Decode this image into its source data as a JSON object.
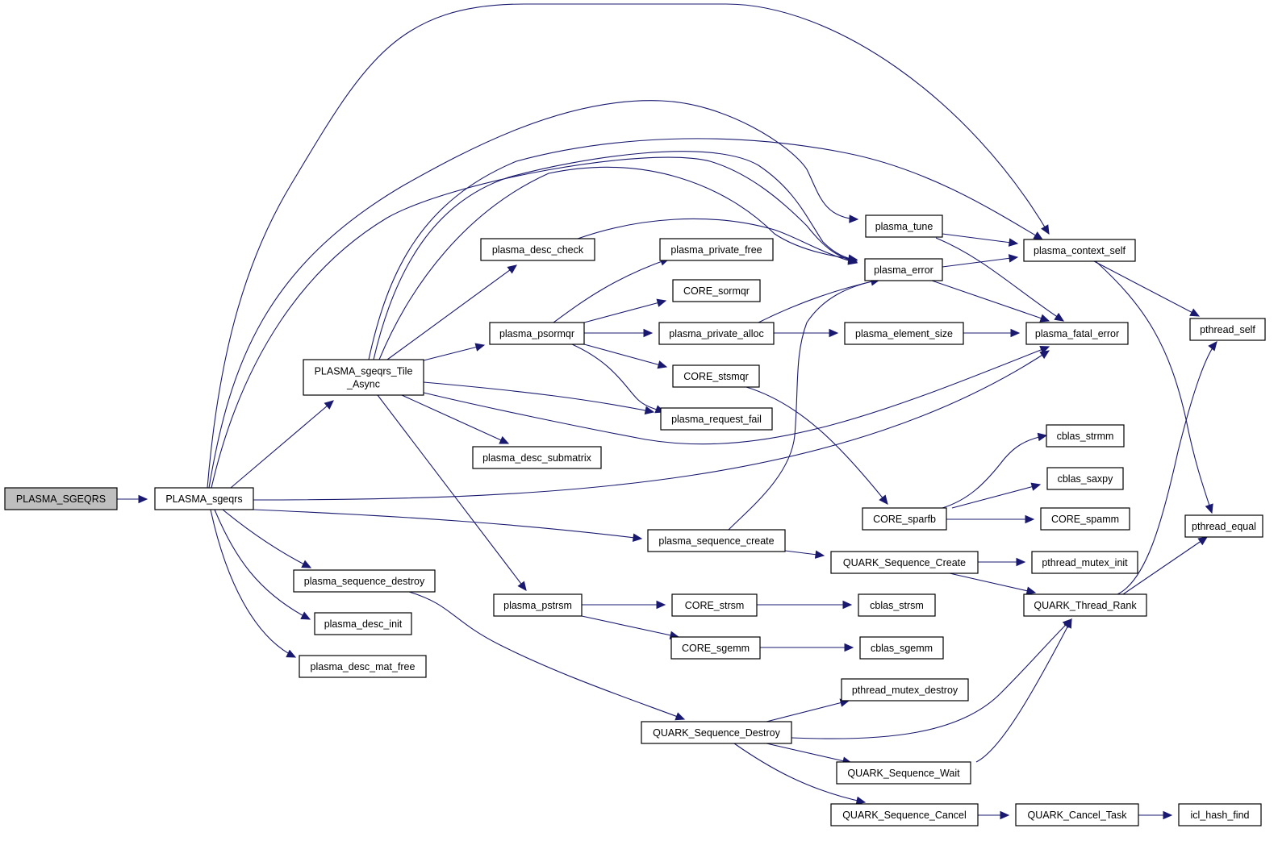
{
  "diagram": {
    "type": "call-graph",
    "edge_color": "#191970",
    "root_fill": "#bfbfbf",
    "nodes": [
      {
        "id": "PLASMA_SGEQRS",
        "lines": [
          "PLASMA_SGEQRS"
        ],
        "root": true
      },
      {
        "id": "PLASMA_sgeqrs",
        "lines": [
          "PLASMA_sgeqrs"
        ]
      },
      {
        "id": "PLASMA_sgeqrs_Tile_Async",
        "lines": [
          "PLASMA_sgeqrs_Tile",
          "_Async"
        ]
      },
      {
        "id": "plasma_sequence_destroy",
        "lines": [
          "plasma_sequence_destroy"
        ]
      },
      {
        "id": "plasma_desc_init",
        "lines": [
          "plasma_desc_init"
        ]
      },
      {
        "id": "plasma_desc_mat_free",
        "lines": [
          "plasma_desc_mat_free"
        ]
      },
      {
        "id": "plasma_desc_check",
        "lines": [
          "plasma_desc_check"
        ]
      },
      {
        "id": "plasma_psormqr",
        "lines": [
          "plasma_psormqr"
        ]
      },
      {
        "id": "plasma_desc_submatrix",
        "lines": [
          "plasma_desc_submatrix"
        ]
      },
      {
        "id": "plasma_pstrsm",
        "lines": [
          "plasma_pstrsm"
        ]
      },
      {
        "id": "plasma_private_free",
        "lines": [
          "plasma_private_free"
        ]
      },
      {
        "id": "CORE_sormqr",
        "lines": [
          "CORE_sormqr"
        ]
      },
      {
        "id": "plasma_private_alloc",
        "lines": [
          "plasma_private_alloc"
        ]
      },
      {
        "id": "CORE_stsmqr",
        "lines": [
          "CORE_stsmqr"
        ]
      },
      {
        "id": "plasma_request_fail",
        "lines": [
          "plasma_request_fail"
        ]
      },
      {
        "id": "plasma_sequence_create",
        "lines": [
          "plasma_sequence_create"
        ]
      },
      {
        "id": "CORE_strsm",
        "lines": [
          "CORE_strsm"
        ]
      },
      {
        "id": "CORE_sgemm",
        "lines": [
          "CORE_sgemm"
        ]
      },
      {
        "id": "QUARK_Sequence_Destroy",
        "lines": [
          "QUARK_Sequence_Destroy"
        ]
      },
      {
        "id": "plasma_tune",
        "lines": [
          "plasma_tune"
        ]
      },
      {
        "id": "plasma_error",
        "lines": [
          "plasma_error"
        ]
      },
      {
        "id": "plasma_element_size",
        "lines": [
          "plasma_element_size"
        ]
      },
      {
        "id": "CORE_sparfb",
        "lines": [
          "CORE_sparfb"
        ]
      },
      {
        "id": "QUARK_Sequence_Create",
        "lines": [
          "QUARK_Sequence_Create"
        ]
      },
      {
        "id": "cblas_strsm",
        "lines": [
          "cblas_strsm"
        ]
      },
      {
        "id": "cblas_sgemm",
        "lines": [
          "cblas_sgemm"
        ]
      },
      {
        "id": "pthread_mutex_destroy",
        "lines": [
          "pthread_mutex_destroy"
        ]
      },
      {
        "id": "QUARK_Sequence_Wait",
        "lines": [
          "QUARK_Sequence_Wait"
        ]
      },
      {
        "id": "QUARK_Sequence_Cancel",
        "lines": [
          "QUARK_Sequence_Cancel"
        ]
      },
      {
        "id": "plasma_context_self",
        "lines": [
          "plasma_context_self"
        ]
      },
      {
        "id": "plasma_fatal_error",
        "lines": [
          "plasma_fatal_error"
        ]
      },
      {
        "id": "cblas_strmm",
        "lines": [
          "cblas_strmm"
        ]
      },
      {
        "id": "cblas_saxpy",
        "lines": [
          "cblas_saxpy"
        ]
      },
      {
        "id": "CORE_spamm",
        "lines": [
          "CORE_spamm"
        ]
      },
      {
        "id": "pthread_mutex_init",
        "lines": [
          "pthread_mutex_init"
        ]
      },
      {
        "id": "QUARK_Thread_Rank",
        "lines": [
          "QUARK_Thread_Rank"
        ]
      },
      {
        "id": "QUARK_Cancel_Task",
        "lines": [
          "QUARK_Cancel_Task"
        ]
      },
      {
        "id": "pthread_self",
        "lines": [
          "pthread_self"
        ]
      },
      {
        "id": "pthread_equal",
        "lines": [
          "pthread_equal"
        ]
      },
      {
        "id": "icl_hash_find",
        "lines": [
          "icl_hash_find"
        ]
      }
    ],
    "edges": [
      [
        "PLASMA_SGEQRS",
        "PLASMA_sgeqrs"
      ],
      [
        "PLASMA_sgeqrs",
        "PLASMA_sgeqrs_Tile_Async"
      ],
      [
        "PLASMA_sgeqrs",
        "plasma_sequence_destroy"
      ],
      [
        "PLASMA_sgeqrs",
        "plasma_desc_init"
      ],
      [
        "PLASMA_sgeqrs",
        "plasma_desc_mat_free"
      ],
      [
        "PLASMA_sgeqrs",
        "plasma_sequence_create"
      ],
      [
        "PLASMA_sgeqrs",
        "plasma_context_self"
      ],
      [
        "PLASMA_sgeqrs",
        "plasma_tune"
      ],
      [
        "PLASMA_sgeqrs",
        "plasma_error"
      ],
      [
        "PLASMA_sgeqrs",
        "plasma_fatal_error"
      ],
      [
        "PLASMA_sgeqrs_Tile_Async",
        "plasma_desc_check"
      ],
      [
        "PLASMA_sgeqrs_Tile_Async",
        "plasma_psormqr"
      ],
      [
        "PLASMA_sgeqrs_Tile_Async",
        "plasma_desc_submatrix"
      ],
      [
        "PLASMA_sgeqrs_Tile_Async",
        "plasma_pstrsm"
      ],
      [
        "PLASMA_sgeqrs_Tile_Async",
        "plasma_request_fail"
      ],
      [
        "PLASMA_sgeqrs_Tile_Async",
        "plasma_context_self"
      ],
      [
        "PLASMA_sgeqrs_Tile_Async",
        "plasma_error"
      ],
      [
        "PLASMA_sgeqrs_Tile_Async",
        "plasma_fatal_error"
      ],
      [
        "plasma_desc_check",
        "plasma_error"
      ],
      [
        "plasma_psormqr",
        "plasma_private_free"
      ],
      [
        "plasma_psormqr",
        "CORE_sormqr"
      ],
      [
        "plasma_psormqr",
        "plasma_private_alloc"
      ],
      [
        "plasma_psormqr",
        "CORE_stsmqr"
      ],
      [
        "plasma_psormqr",
        "plasma_request_fail"
      ],
      [
        "plasma_private_alloc",
        "plasma_element_size"
      ],
      [
        "plasma_private_alloc",
        "plasma_error"
      ],
      [
        "CORE_stsmqr",
        "CORE_sparfb"
      ],
      [
        "CORE_sparfb",
        "cblas_strmm"
      ],
      [
        "CORE_sparfb",
        "cblas_saxpy"
      ],
      [
        "CORE_sparfb",
        "CORE_spamm"
      ],
      [
        "plasma_sequence_create",
        "plasma_error"
      ],
      [
        "plasma_sequence_create",
        "QUARK_Sequence_Create"
      ],
      [
        "QUARK_Sequence_Create",
        "pthread_mutex_init"
      ],
      [
        "QUARK_Sequence_Create",
        "QUARK_Thread_Rank"
      ],
      [
        "plasma_sequence_destroy",
        "QUARK_Sequence_Destroy"
      ],
      [
        "plasma_pstrsm",
        "CORE_strsm"
      ],
      [
        "plasma_pstrsm",
        "CORE_sgemm"
      ],
      [
        "CORE_strsm",
        "cblas_strsm"
      ],
      [
        "CORE_sgemm",
        "cblas_sgemm"
      ],
      [
        "QUARK_Sequence_Destroy",
        "pthread_mutex_destroy"
      ],
      [
        "QUARK_Sequence_Destroy",
        "QUARK_Thread_Rank"
      ],
      [
        "QUARK_Sequence_Destroy",
        "QUARK_Sequence_Wait"
      ],
      [
        "QUARK_Sequence_Destroy",
        "QUARK_Sequence_Cancel"
      ],
      [
        "QUARK_Sequence_Wait",
        "QUARK_Thread_Rank"
      ],
      [
        "QUARK_Sequence_Cancel",
        "QUARK_Cancel_Task"
      ],
      [
        "QUARK_Cancel_Task",
        "icl_hash_find"
      ],
      [
        "QUARK_Thread_Rank",
        "pthread_self"
      ],
      [
        "QUARK_Thread_Rank",
        "pthread_equal"
      ],
      [
        "plasma_tune",
        "plasma_context_self"
      ],
      [
        "plasma_tune",
        "plasma_fatal_error"
      ],
      [
        "plasma_error",
        "plasma_context_self"
      ],
      [
        "plasma_error",
        "plasma_fatal_error"
      ],
      [
        "plasma_element_size",
        "plasma_fatal_error"
      ],
      [
        "plasma_context_self",
        "pthread_self"
      ],
      [
        "plasma_context_self",
        "pthread_equal"
      ]
    ]
  }
}
